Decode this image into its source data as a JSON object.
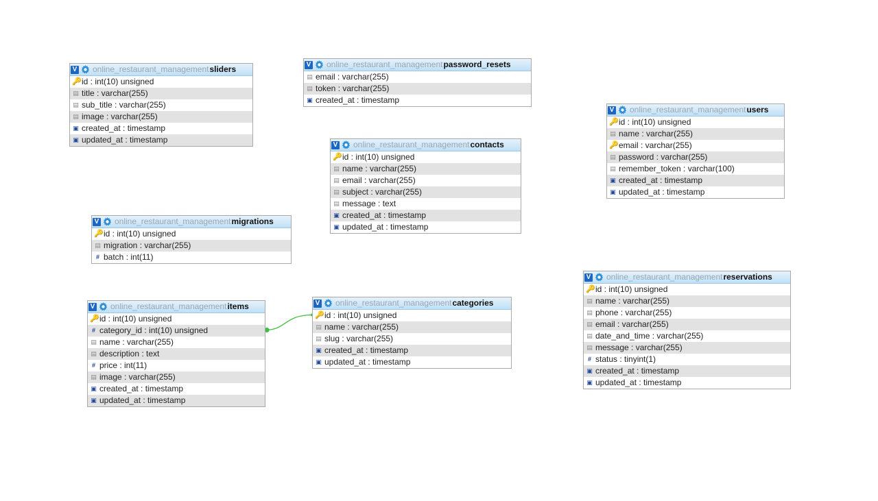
{
  "tables": [
    {
      "id": "sliders",
      "db": "online_restaurant_management",
      "name": "sliders",
      "columns": [
        {
          "text": "id : int(10) unsigned",
          "icon": "primary-key-icon"
        },
        {
          "text": "title : varchar(255)",
          "icon": "string-column-icon"
        },
        {
          "text": "sub_title : varchar(255)",
          "icon": "string-column-icon"
        },
        {
          "text": "image : varchar(255)",
          "icon": "string-column-icon"
        },
        {
          "text": "created_at : timestamp",
          "icon": "timestamp-column-icon"
        },
        {
          "text": "updated_at : timestamp",
          "icon": "timestamp-column-icon"
        }
      ]
    },
    {
      "id": "password_resets",
      "db": "online_restaurant_management",
      "name": "password_resets",
      "columns": [
        {
          "text": "email : varchar(255)",
          "icon": "string-column-icon"
        },
        {
          "text": "token : varchar(255)",
          "icon": "string-column-icon"
        },
        {
          "text": "created_at : timestamp",
          "icon": "timestamp-column-icon"
        }
      ]
    },
    {
      "id": "users",
      "db": "online_restaurant_management",
      "name": "users",
      "columns": [
        {
          "text": "id : int(10) unsigned",
          "icon": "primary-key-icon"
        },
        {
          "text": "name : varchar(255)",
          "icon": "string-column-icon"
        },
        {
          "text": "email : varchar(255)",
          "icon": "primary-key-icon"
        },
        {
          "text": "password : varchar(255)",
          "icon": "string-column-icon"
        },
        {
          "text": "remember_token : varchar(100)",
          "icon": "string-column-icon"
        },
        {
          "text": "created_at : timestamp",
          "icon": "timestamp-column-icon"
        },
        {
          "text": "updated_at : timestamp",
          "icon": "timestamp-column-icon"
        }
      ]
    },
    {
      "id": "contacts",
      "db": "online_restaurant_management",
      "name": "contacts",
      "columns": [
        {
          "text": "id : int(10) unsigned",
          "icon": "primary-key-icon"
        },
        {
          "text": "name : varchar(255)",
          "icon": "string-column-icon"
        },
        {
          "text": "email : varchar(255)",
          "icon": "string-column-icon"
        },
        {
          "text": "subject : varchar(255)",
          "icon": "string-column-icon"
        },
        {
          "text": "message : text",
          "icon": "string-column-icon"
        },
        {
          "text": "created_at : timestamp",
          "icon": "timestamp-column-icon"
        },
        {
          "text": "updated_at : timestamp",
          "icon": "timestamp-column-icon"
        }
      ]
    },
    {
      "id": "migrations",
      "db": "online_restaurant_management",
      "name": "migrations",
      "columns": [
        {
          "text": "id : int(10) unsigned",
          "icon": "primary-key-icon"
        },
        {
          "text": "migration : varchar(255)",
          "icon": "string-column-icon"
        },
        {
          "text": "batch : int(11)",
          "icon": "numeric-column-icon"
        }
      ]
    },
    {
      "id": "items",
      "db": "online_restaurant_management",
      "name": "items",
      "columns": [
        {
          "text": "id : int(10) unsigned",
          "icon": "primary-key-icon"
        },
        {
          "text": "category_id : int(10) unsigned",
          "icon": "numeric-column-icon"
        },
        {
          "text": "name : varchar(255)",
          "icon": "string-column-icon"
        },
        {
          "text": "description : text",
          "icon": "string-column-icon"
        },
        {
          "text": "price : int(11)",
          "icon": "numeric-column-icon"
        },
        {
          "text": "image : varchar(255)",
          "icon": "string-column-icon"
        },
        {
          "text": "created_at : timestamp",
          "icon": "timestamp-column-icon"
        },
        {
          "text": "updated_at : timestamp",
          "icon": "timestamp-column-icon"
        }
      ]
    },
    {
      "id": "categories",
      "db": "online_restaurant_management",
      "name": "categories",
      "columns": [
        {
          "text": "id : int(10) unsigned",
          "icon": "primary-key-icon"
        },
        {
          "text": "name : varchar(255)",
          "icon": "string-column-icon"
        },
        {
          "text": "slug : varchar(255)",
          "icon": "string-column-icon"
        },
        {
          "text": "created_at : timestamp",
          "icon": "timestamp-column-icon"
        },
        {
          "text": "updated_at : timestamp",
          "icon": "timestamp-column-icon"
        }
      ]
    },
    {
      "id": "reservations",
      "db": "online_restaurant_management",
      "name": "reservations",
      "columns": [
        {
          "text": "id : int(10) unsigned",
          "icon": "primary-key-icon"
        },
        {
          "text": "name : varchar(255)",
          "icon": "string-column-icon"
        },
        {
          "text": "phone : varchar(255)",
          "icon": "string-column-icon"
        },
        {
          "text": "email : varchar(255)",
          "icon": "string-column-icon"
        },
        {
          "text": "date_and_time : varchar(255)",
          "icon": "string-column-icon"
        },
        {
          "text": "message : varchar(255)",
          "icon": "string-column-icon"
        },
        {
          "text": "status : tinyint(1)",
          "icon": "numeric-column-icon"
        },
        {
          "text": "created_at : timestamp",
          "icon": "timestamp-column-icon"
        },
        {
          "text": "updated_at : timestamp",
          "icon": "timestamp-column-icon"
        }
      ]
    }
  ],
  "relations": [
    {
      "from_table": "items",
      "from_column": "category_id",
      "to_table": "categories",
      "to_column": "id",
      "color": "#3fbf3f"
    }
  ],
  "icon_glyphs": {
    "primary-key-icon": "🔑",
    "string-column-icon": "▤",
    "numeric-column-icon": "#",
    "timestamp-column-icon": "▣"
  },
  "toggle_glyph": "V",
  "colors": {
    "header_bg": "#bfe0f6",
    "alt_row": "#e2e2e2",
    "relation": "#3fbf3f"
  }
}
